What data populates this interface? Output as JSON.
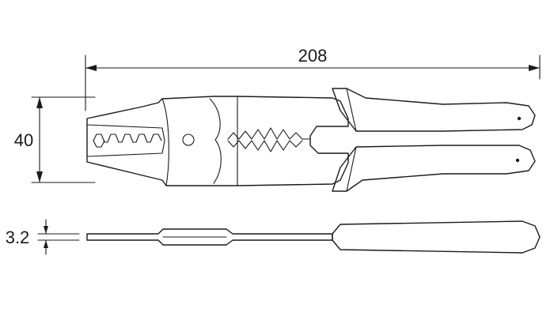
{
  "dimensions": {
    "length": "208",
    "height": "40",
    "thickness": "3.2"
  },
  "colors": {
    "grip_fill": "#dcdcdc",
    "line": "#1a1a1a",
    "background": "#ffffff"
  }
}
